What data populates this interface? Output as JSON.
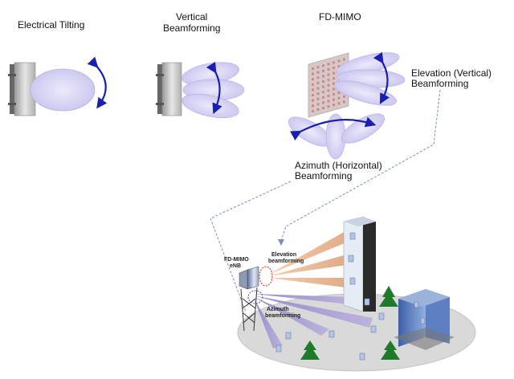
{
  "labels": {
    "electrical_tilting": "Electrical Tilting",
    "vertical_beamforming_1": "Vertical",
    "vertical_beamforming_2": "Beamforming",
    "fd_mimo": "FD-MIMO",
    "elevation_1": "Elevation (Vertical)",
    "elevation_2": "Beamforming",
    "azimuth_1": "Azimuth (Horizontal)",
    "azimuth_2": "Beamforming",
    "enb_1": "FD-MIMO",
    "enb_2": "eNB",
    "elev_bf_1": "Elevation",
    "elev_bf_2": "beamforming",
    "azim_bf_1": "Azimuth",
    "azim_bf_2": "beamforming"
  },
  "colors": {
    "beam_lavender": "#d6d3f5",
    "arrow_blue": "#1a1fb0",
    "elevation_beam": "#e8b48a",
    "azimuth_beam": "#a89ad0",
    "ground": "#d9d9d9",
    "tree_green": "#1f7a2a"
  },
  "icons": [
    "antenna-panel",
    "fd-mimo-array",
    "enb-tower",
    "skyscraper",
    "office-building",
    "tree",
    "user-terminal"
  ]
}
